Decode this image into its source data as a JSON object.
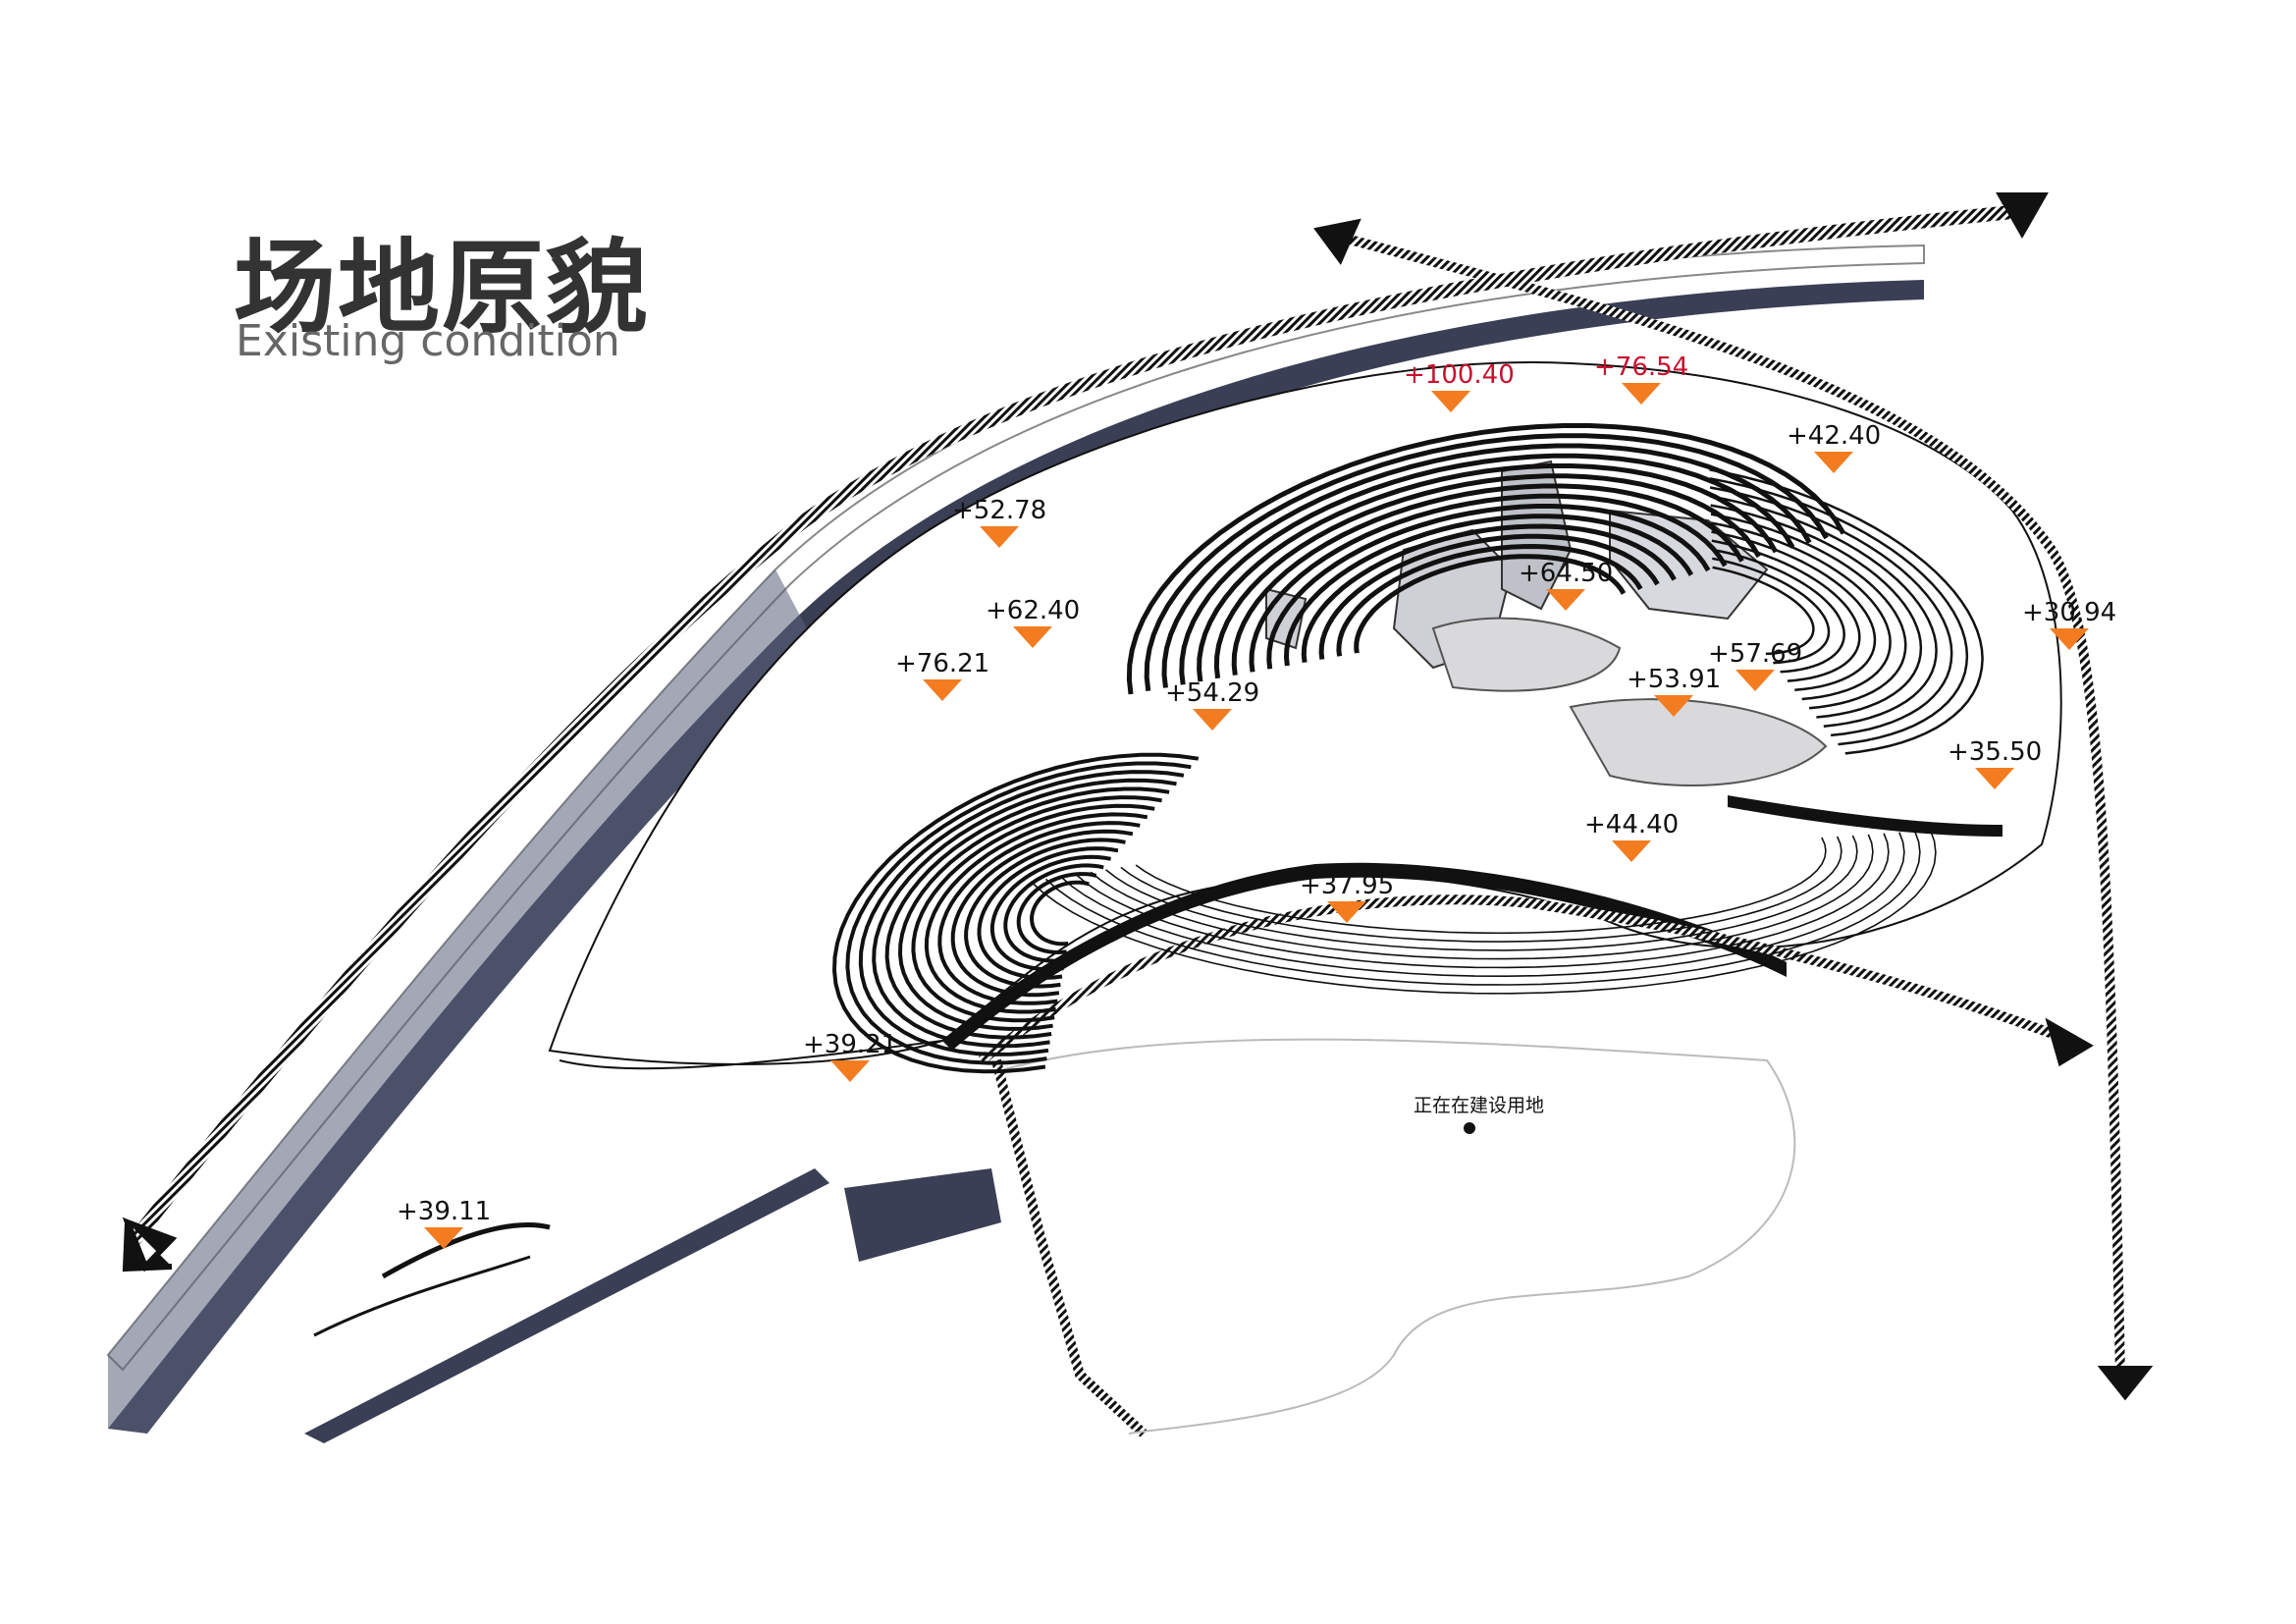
{
  "title": {
    "zh": "场地原貌",
    "en": "Existing condition"
  },
  "colors": {
    "marker": "#f47c20",
    "highlight_text": "#c8102e",
    "road": "#3a3f55",
    "contour": "#111111",
    "building": "#cfd0d6"
  },
  "elevations": [
    {
      "id": "e1",
      "label": "+100.40",
      "highlight": true
    },
    {
      "id": "e2",
      "label": "+76.54",
      "highlight": true
    },
    {
      "id": "e3",
      "label": "+42.40",
      "highlight": false
    },
    {
      "id": "e4",
      "label": "+52.78",
      "highlight": false
    },
    {
      "id": "e5",
      "label": "+64.50",
      "highlight": false
    },
    {
      "id": "e6",
      "label": "+30.94",
      "highlight": false
    },
    {
      "id": "e7",
      "label": "+62.40",
      "highlight": false
    },
    {
      "id": "e8",
      "label": "+57.69",
      "highlight": false
    },
    {
      "id": "e9",
      "label": "+76.21",
      "highlight": false
    },
    {
      "id": "e10",
      "label": "+53.91",
      "highlight": false
    },
    {
      "id": "e11",
      "label": "+54.29",
      "highlight": false
    },
    {
      "id": "e12",
      "label": "+35.50",
      "highlight": false
    },
    {
      "id": "e13",
      "label": "+44.40",
      "highlight": false
    },
    {
      "id": "e14",
      "label": "+37.95",
      "highlight": false
    },
    {
      "id": "e15",
      "label": "+39.21",
      "highlight": false
    },
    {
      "id": "e16",
      "label": "+39.11",
      "highlight": false
    }
  ],
  "note": "正在在建设用地",
  "icons": [
    "arrow-head-icon",
    "elevation-marker-icon",
    "site-dot-icon"
  ]
}
